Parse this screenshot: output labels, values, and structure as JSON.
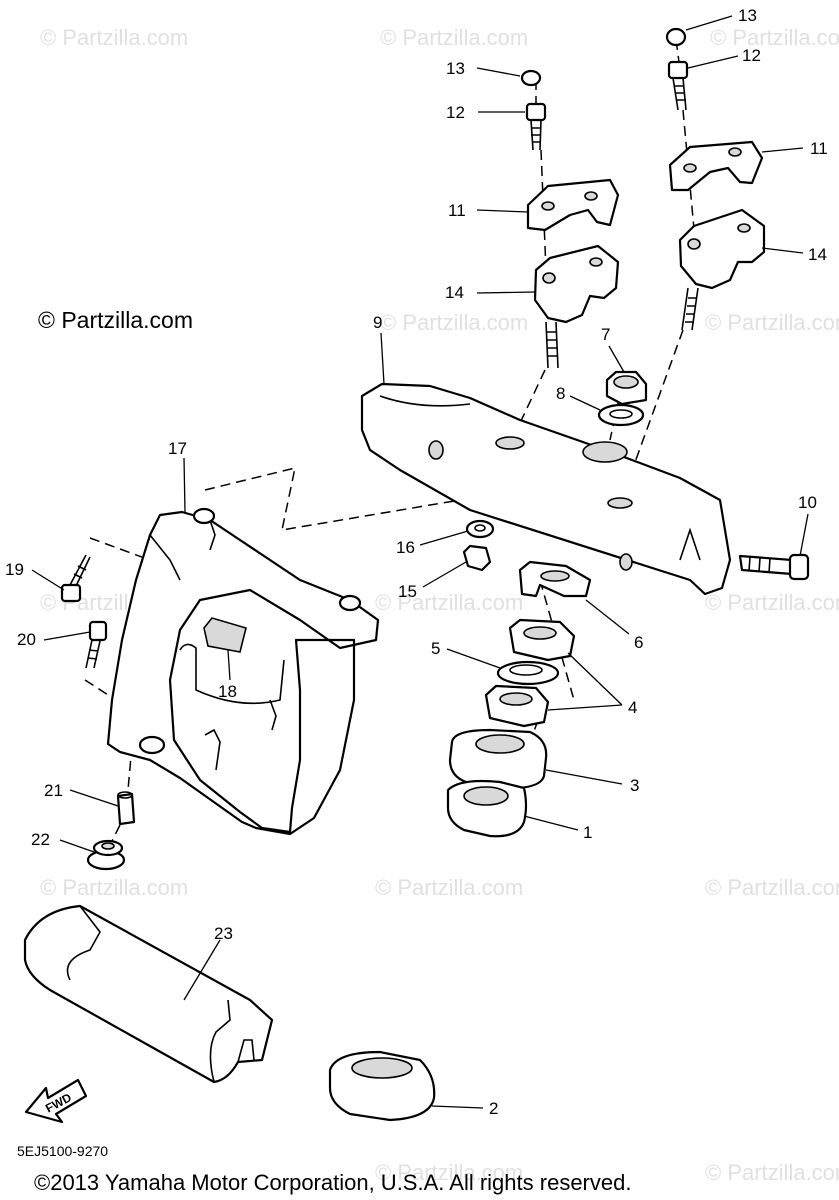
{
  "watermark": "© Partzilla.com",
  "brand_mark": "© Partzilla.com",
  "fwd_label": "FWD",
  "diagram_code": "5EJ5100-9270",
  "copyright": "©2013 Yamaha Motor Corporation, U.S.A. All rights reserved.",
  "callouts": {
    "p1": "1",
    "p2": "2",
    "p3": "3",
    "p4": "4",
    "p5": "5",
    "p6": "6",
    "p7": "7",
    "p8": "8",
    "p9": "9",
    "p10": "10",
    "p11a": "11",
    "p11b": "11",
    "p12a": "12",
    "p12b": "12",
    "p13a": "13",
    "p13b": "13",
    "p14a": "14",
    "p14b": "14",
    "p15": "15",
    "p16": "16",
    "p17": "17",
    "p18": "18",
    "p19": "19",
    "p20": "20",
    "p21": "21",
    "p22": "22",
    "p23": "23"
  }
}
